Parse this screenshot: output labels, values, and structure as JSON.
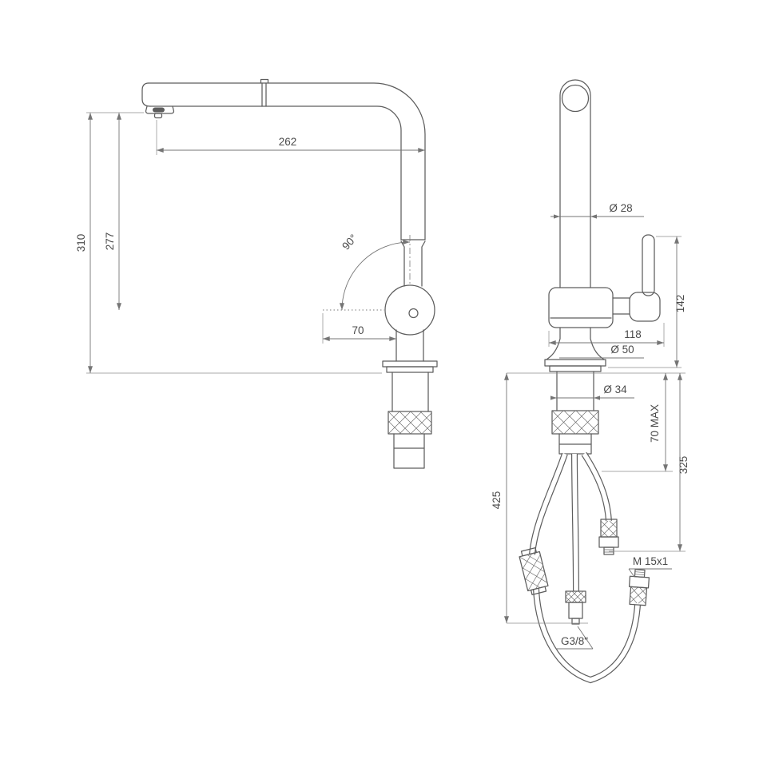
{
  "drawing": {
    "type": "technical-dimension-drawing",
    "subject": "single-lever kitchen mixer tap with pull-out spray, two orthographic views with dimensions",
    "colors": {
      "line": "#5d5d5d",
      "dimension": "#757575",
      "text": "#4b4b4b",
      "background": "#ffffff"
    },
    "views": {
      "side": {
        "spout_reach": "262",
        "total_height": "310",
        "spout_height": "277",
        "swivel_angle": "90°",
        "spout_offset": "70"
      },
      "front": {
        "pipe_diameter": "Ø 28",
        "body_width": "118",
        "handle_height": "142",
        "base_diameter": "Ø 50",
        "shank_diameter": "Ø 34",
        "max_deck_thickness": "70 MAX",
        "hose_length_short": "325",
        "hose_length_long": "425",
        "spray_hose_thread": "M 15x1",
        "supply_thread": "G3/8\""
      }
    }
  }
}
